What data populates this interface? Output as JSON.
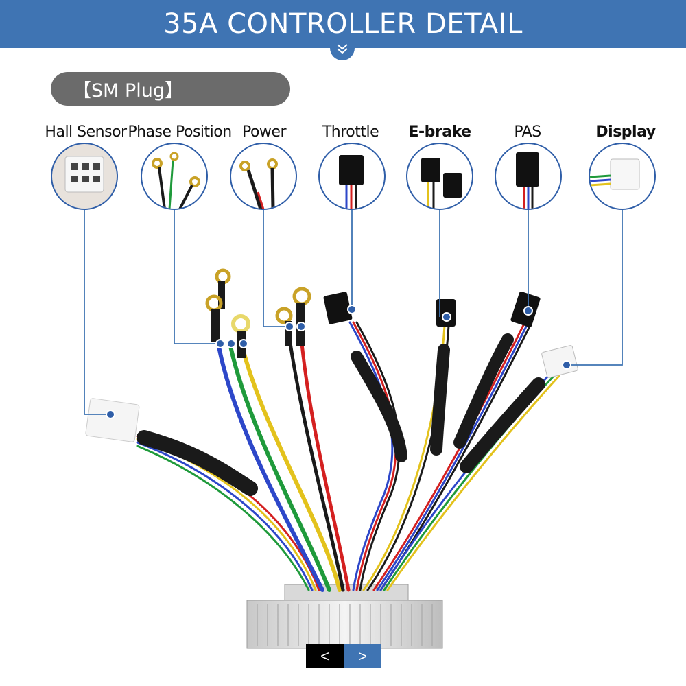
{
  "header": {
    "title": "35A CONTROLLER DETAIL"
  },
  "plug": {
    "label": "【SM Plug】"
  },
  "connectors": [
    {
      "label": "Hall Sensor",
      "icon": "hall-sensor-plug-icon"
    },
    {
      "label": "Phase Position",
      "icon": "phase-ring-terminal-icon"
    },
    {
      "label": "Power",
      "icon": "power-ring-terminal-icon"
    },
    {
      "label": "Throttle",
      "icon": "throttle-plug-icon"
    },
    {
      "label": "E-brake",
      "icon": "e-brake-plug-icon"
    },
    {
      "label": "PAS",
      "icon": "pas-plug-icon"
    },
    {
      "label": "Display",
      "icon": "display-plug-icon"
    }
  ],
  "pager": {
    "prev": "<",
    "next": ">"
  },
  "colors": {
    "accent": "#3f74b3",
    "pill": "#6b6b6b",
    "wire_red": "#d42020",
    "wire_blue": "#2d47c9",
    "wire_green": "#1f9a3b",
    "wire_yellow": "#e3c21c",
    "wire_black": "#1a1a1a"
  }
}
